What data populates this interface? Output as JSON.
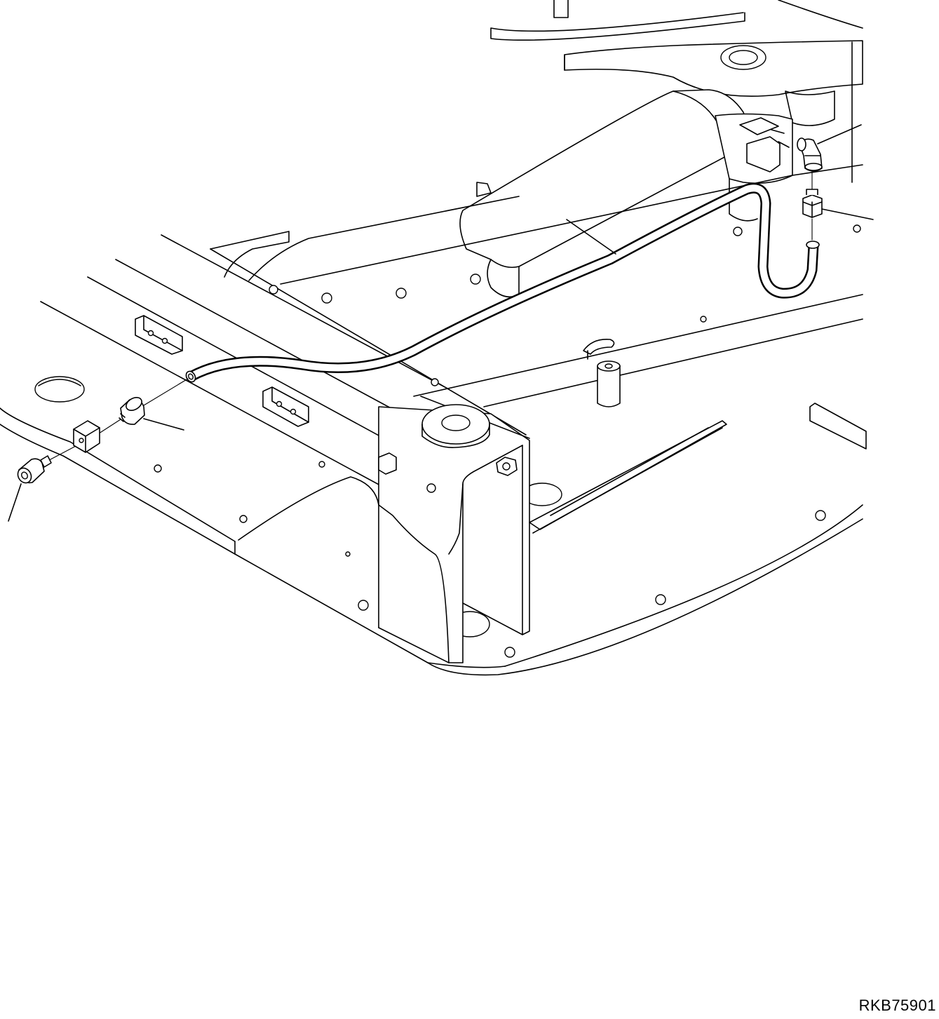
{
  "figure": {
    "reference_code": "RKB75901"
  },
  "parts": [
    {
      "name": "grease-fitting",
      "leader": "bottom-left"
    },
    {
      "name": "block-adapter",
      "leader": "none"
    },
    {
      "name": "hose-connector",
      "leader": "center-left"
    },
    {
      "name": "lubrication-hose",
      "leader": "upper-center"
    },
    {
      "name": "elbow-fitting",
      "leader": "top-right"
    },
    {
      "name": "union-nut",
      "leader": "right"
    }
  ]
}
